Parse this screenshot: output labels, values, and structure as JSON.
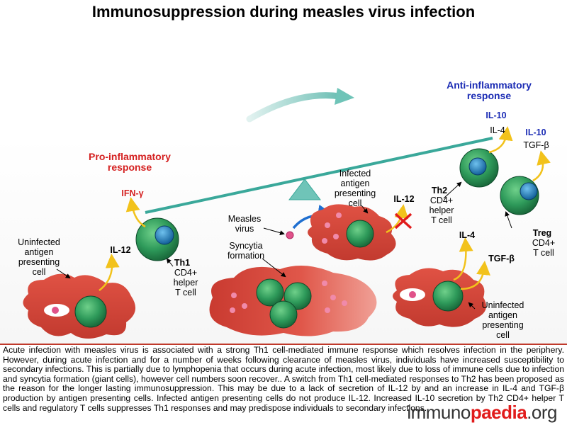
{
  "title": "Immunosuppression during measles virus infection",
  "pro_inflammatory": "Pro-inflammatory\nresponse",
  "anti_inflammatory": "Anti-inflammatory\nresponse",
  "labels": {
    "uninfected_apc_left": "Uninfected\nantigen\npresenting\ncell",
    "il12_left": "IL-12",
    "ifn_gamma": "IFN-γ",
    "th1_name": "Th1",
    "th1_desc": "CD4+\nhelper\nT cell",
    "measles_virus": "Measles\nvirus",
    "syncytia": "Syncytia\nformation",
    "infected_apc": "Infected\nantigen\npresenting\ncell",
    "il12_blocked": "IL-12",
    "th2_name": "Th2",
    "th2_desc": "CD4+\nhelper\nT cell",
    "il10_th2": "IL-10",
    "il4_th2": "IL-4",
    "il10_treg": "IL-10",
    "tgfb_treg": "TGF-β",
    "treg_name": "Treg",
    "treg_desc": "CD4+\nT cell",
    "il4_apc": "IL-4",
    "tgfb_apc": "TGF-β",
    "uninfected_apc_right": "Uninfected\nantigen\npresenting\ncell"
  },
  "caption": "Acute infection with measles virus is associated with a strong Th1 cell-mediated immune response which resolves infection in the periphery. However, during acute infection and for a number of weeks following clearance of measles virus, individuals have increased susceptibility to secondary infections. This is partially due to lymphopenia that occurs during acute infection, most likely due to loss of immune cells due to infection and syncytia formation (giant cells), however cell numbers soon recover.. A switch from Th1 cell-mediated responses to Th2 has been proposed as the reason for the longer lasting immunosuppression. This may be due to a lack of secretion of IL-12 by and an increase in IL-4 and TGF-β production by antigen presenting cells. Infected antigen presenting cells do not produce IL-12. Increased IL-10 secretion by Th2 CD4+ helper T cells and regulatory T cells suppresses Th1 responses and may predispose individuals to secondary infections.",
  "logo": {
    "part1": "immuno",
    "part2": "paedia",
    "part3": ".org"
  },
  "colors": {
    "seesaw": "#3aa89a",
    "apc": "#d9463a",
    "tcell": "#2e9a5a",
    "nucleus": "#1f7fb8",
    "cytokine_arrow": "#f2c21b",
    "virus": "#e0528a",
    "block_x": "#e11b1b",
    "arrow_blue": "#1f6fd0"
  }
}
